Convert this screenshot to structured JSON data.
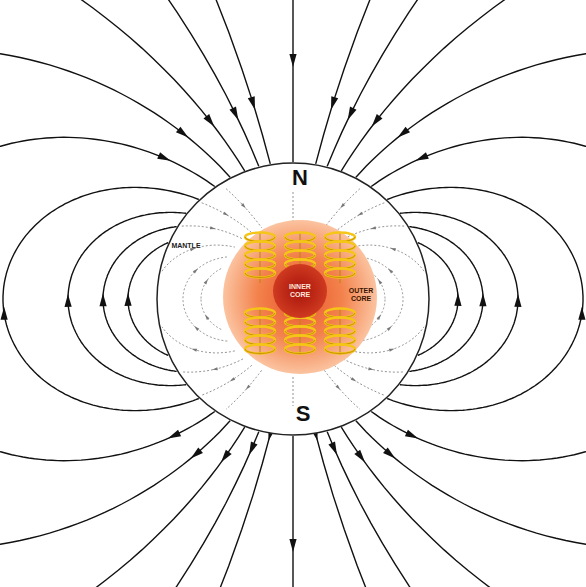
{
  "diagram": {
    "nodes": [
      {
        "text": [
          "N",
          "MANTLE",
          "S"
        ]
      },
      {
        "text": [
          "OUTER CORE"
        ],
        "in": 0
      },
      {
        "text": [
          "INNER CORE"
        ],
        "in": 1
      }
    ]
  }
}
